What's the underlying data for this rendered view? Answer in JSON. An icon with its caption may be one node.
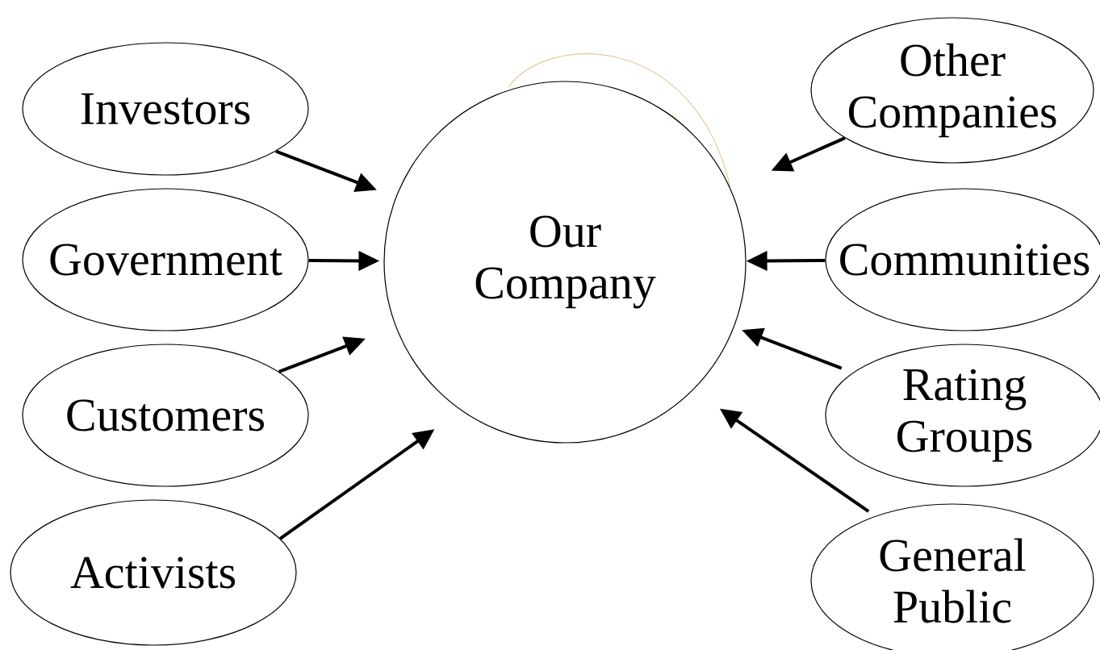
{
  "diagram": {
    "nodes": [
      {
        "text": [
          "Investors"
        ]
      },
      {
        "text": [
          "Government"
        ]
      },
      {
        "text": [
          "Customers"
        ]
      },
      {
        "text": [
          "Activists"
        ]
      },
      {
        "text": [
          "Our Company"
        ]
      },
      {
        "text": [
          "Other Companies"
        ]
      },
      {
        "text": [
          "Communities"
        ]
      },
      {
        "text": [
          "Rating Groups"
        ]
      },
      {
        "text": [
          "General Public"
        ]
      }
    ],
    "edges": [
      {
        "from": 0,
        "to": 4,
        "arrow": "to"
      },
      {
        "from": 1,
        "to": 4,
        "arrow": "to"
      },
      {
        "from": 2,
        "to": 4,
        "arrow": "to"
      },
      {
        "from": 3,
        "to": 4,
        "arrow": "to"
      },
      {
        "from": 5,
        "to": 4,
        "arrow": "to"
      },
      {
        "from": 6,
        "to": 4,
        "arrow": "to"
      },
      {
        "from": 7,
        "to": 4,
        "arrow": "to"
      },
      {
        "from": 8,
        "to": 4,
        "arrow": "to"
      }
    ]
  }
}
